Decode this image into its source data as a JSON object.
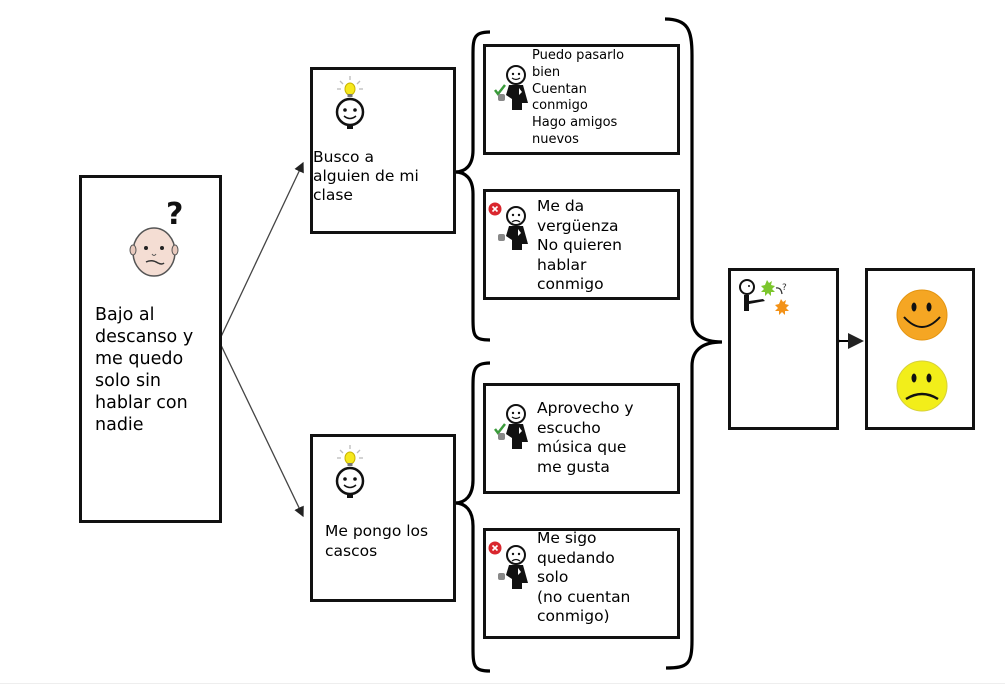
{
  "situation": {
    "text": "Bajo al\ndescanso y\nme quedo\nsolo sin\nhablar con\nnadie",
    "icon": "confused-face-with-question-mark-icon"
  },
  "options": [
    {
      "text": "Busco a\nalguien de mi\nclase",
      "icon": "idea-lightbulb-face-icon",
      "consequences": [
        {
          "type": "positive",
          "icon": "person-thumbs-up-check-icon",
          "text": "Puedo pasarlo\nbien\nCuentan\nconmigo\nHago amigos\nnuevos"
        },
        {
          "type": "negative",
          "icon": "sad-person-cross-icon",
          "text": "Me da\nvergüenza\nNo quieren\nhablar\nconmigo"
        }
      ]
    },
    {
      "text": "Me pongo los\ncascos",
      "icon": "idea-lightbulb-face-icon",
      "consequences": [
        {
          "type": "positive",
          "icon": "person-thumbs-up-check-icon",
          "text": "Aprovecho y\nescucho\nmúsica que\nme gusta"
        },
        {
          "type": "negative",
          "icon": "sad-person-cross-icon",
          "text": "Me sigo\nquedando\nsolo\n(no cuentan\nconmigo)"
        }
      ]
    }
  ],
  "decision": {
    "icon": "person-choosing-options-icon"
  },
  "outcomes": [
    {
      "name": "happy",
      "icon": "happy-face-icon",
      "color": "#f5a623"
    },
    {
      "name": "sad",
      "icon": "sad-face-icon",
      "color": "#f2ee1a"
    }
  ],
  "colors": {
    "positive": "#3a9a3a",
    "negative": "#d9262e",
    "idea": "#f6e81c"
  }
}
